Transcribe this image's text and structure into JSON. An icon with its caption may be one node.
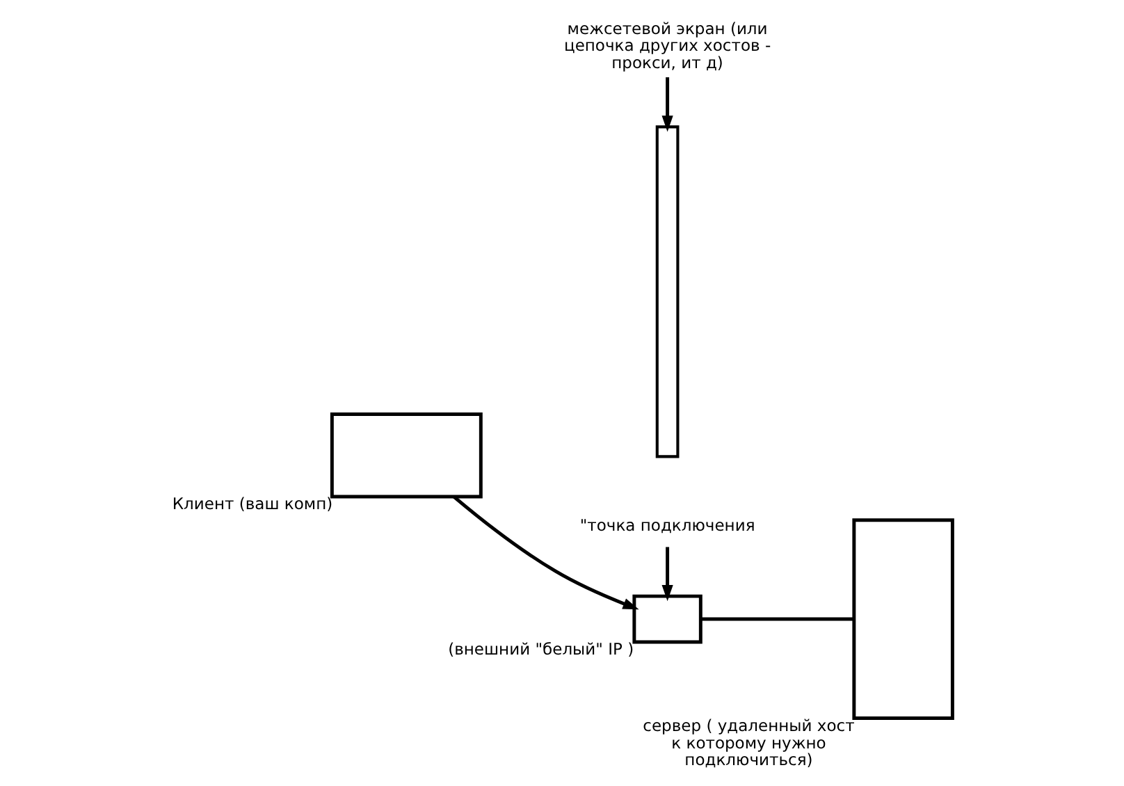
{
  "diagram": {
    "nodes": [
      {
        "text": [],
        "shape": "box",
        "beside": [
          "Клиент (ваш комп)"
        ]
      },
      {
        "text": [],
        "shape": "bar"
      },
      {
        "text": [
          "межсетевой экран (или цепочка других хостов - прокси, ит д)"
        ]
      },
      {
        "text": [
          "\"точка подключения"
        ]
      },
      {
        "text": [],
        "shape": "box",
        "beside": [
          "(внешний \"белый\" IP )"
        ]
      },
      {
        "text": [],
        "shape": "box",
        "beside": [
          "сервер ( удаленный хост к которому нужно подключиться)"
        ]
      }
    ],
    "edges": [
      {
        "from": 0,
        "to": 4,
        "arrow": "to"
      },
      {
        "from": 4,
        "to": 5,
        "arrow": "none"
      },
      {
        "from": 2,
        "to": 1,
        "arrow": "to"
      },
      {
        "from": 3,
        "to": 4,
        "arrow": "to"
      }
    ]
  }
}
